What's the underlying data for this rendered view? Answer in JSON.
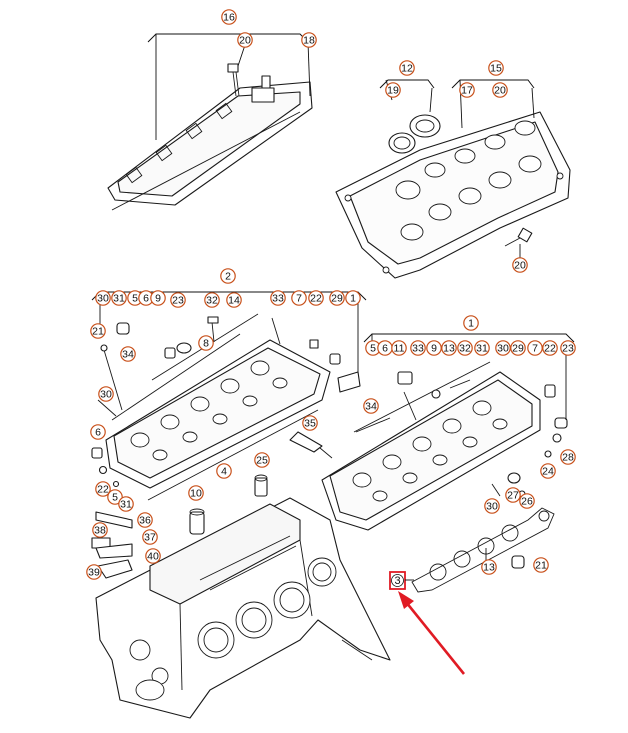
{
  "labels": {
    "vc_top": "16",
    "vc_top_bolt": "20",
    "vc_top_seal": "18",
    "filler": "12",
    "filler_cap": "19",
    "vc_right": "15",
    "vc_right_a": "17",
    "vc_right_b": "20",
    "vc_right_bolt": "20",
    "head_left": "2",
    "hl_30": "30",
    "hl_31": "31",
    "hl_5": "5",
    "hl_6": "6",
    "hl_9": "9",
    "hl_23": "23",
    "hl_32": "32",
    "hl_14": "14",
    "hl_33": "33",
    "hl_7": "7",
    "hl_22": "22",
    "hl_29": "29",
    "hl_1": "1",
    "left_21": "21",
    "left_34": "34",
    "left_8": "8",
    "left_30": "30",
    "left_6": "6",
    "left_4": "4",
    "left_22": "22",
    "left_5": "5",
    "left_31": "31",
    "left_35": "35",
    "left_25": "25",
    "left_10": "10",
    "left_36": "36",
    "left_38": "38",
    "left_37": "37",
    "left_40": "40",
    "left_39": "39",
    "head_right": "1",
    "hr_5": "5",
    "hr_6": "6",
    "hr_11": "11",
    "hr_33": "33",
    "hr_9": "9",
    "hr_13": "13",
    "hr_32": "32",
    "hr_31": "31",
    "hr_30": "30",
    "hr_29": "29",
    "hr_7": "7",
    "hr_22": "22",
    "hr_23": "23",
    "right_34": "34",
    "right_28": "28",
    "right_24": "24",
    "right_27": "27",
    "right_26": "26",
    "right_30": "30",
    "right_13": "13",
    "right_21": "21",
    "highlight": "3"
  },
  "colors": {
    "badge_outline": "#c8501a",
    "highlight": "#e01b24",
    "line": "#1a1a1a"
  }
}
